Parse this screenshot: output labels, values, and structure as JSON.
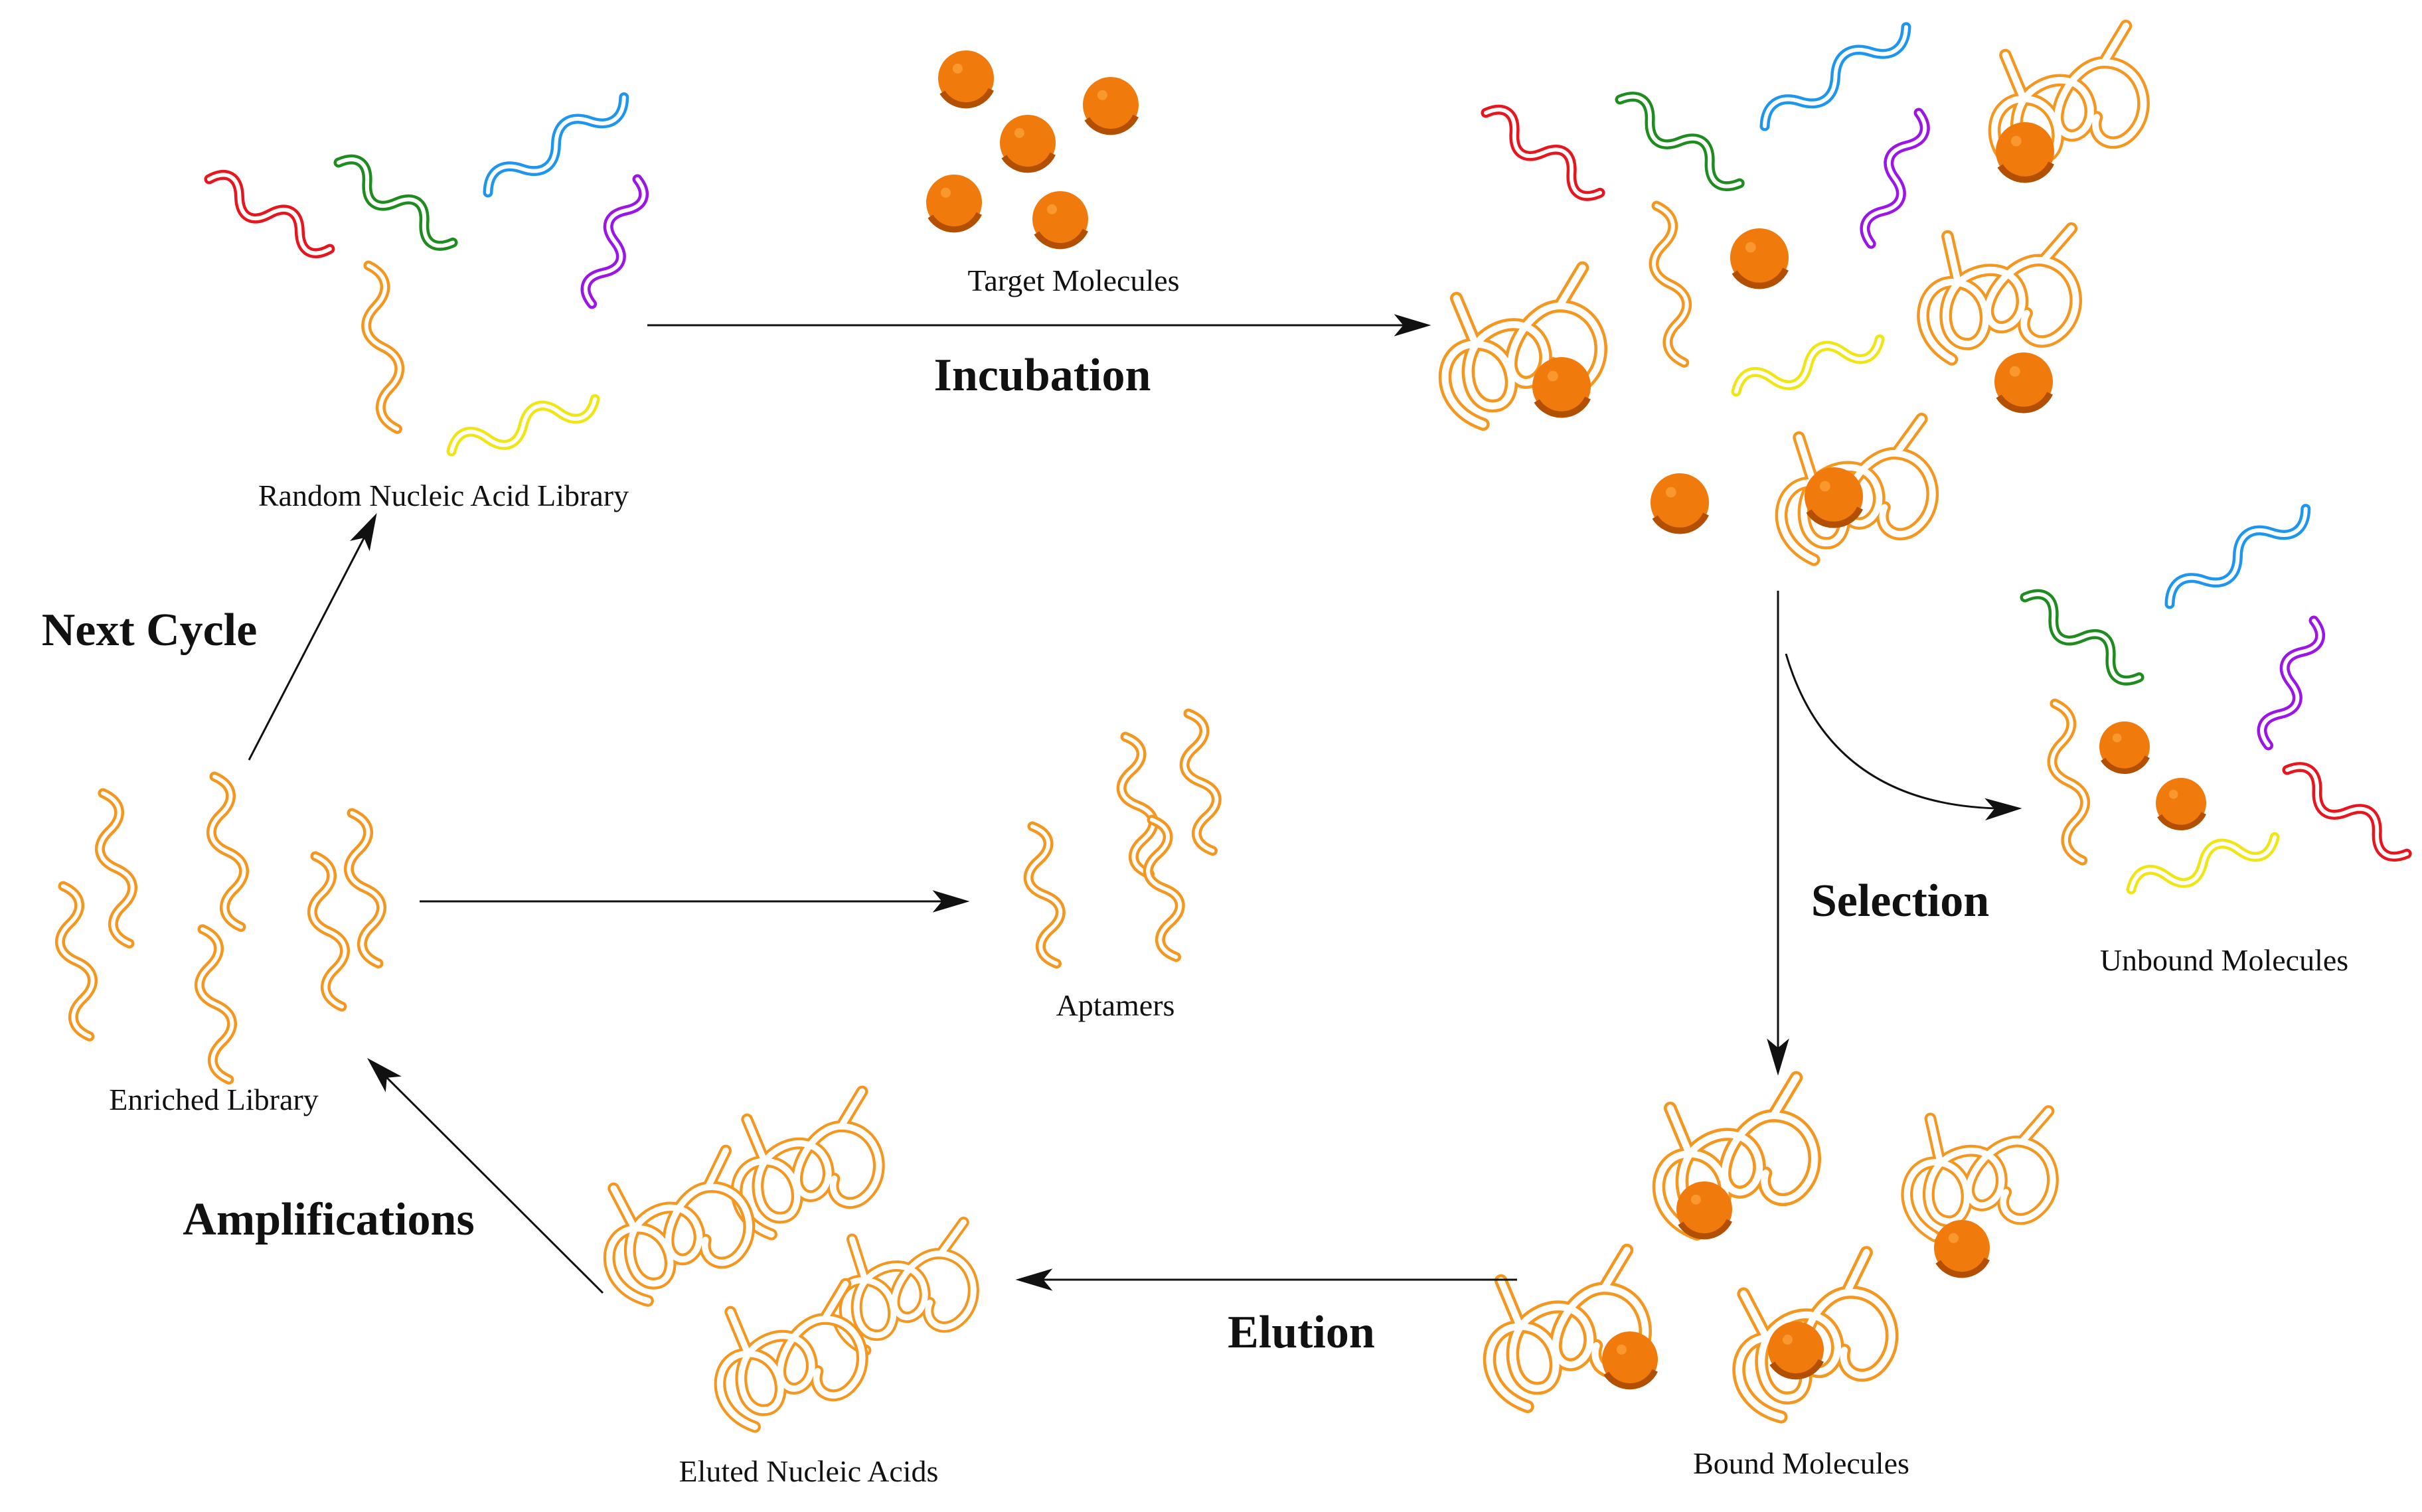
{
  "labels": {
    "target_molecules": "Target Molecules",
    "random_library": "Random Nucleic Acid Library",
    "enriched_library": "Enriched Library",
    "aptamers": "Aptamers",
    "unbound_molecules": "Unbound Molecules",
    "bound_molecules": "Bound Molecules",
    "eluted_nucleic_acids": "Eluted Nucleic Acids"
  },
  "steps": {
    "incubation": "Incubation",
    "selection": "Selection",
    "elution": "Elution",
    "amplifications": "Amplifications",
    "next_cycle": "Next Cycle"
  },
  "colors": {
    "target": "#f07a0c",
    "target_dark": "#b34f00",
    "orange_strand": "#f5961e",
    "red_strand": "#e8141e",
    "green_strand": "#1e8c1e",
    "blue_strand": "#1e96f0",
    "purple_strand": "#9b14e8",
    "yellow_strand": "#f0e614",
    "arrow": "#111111"
  }
}
